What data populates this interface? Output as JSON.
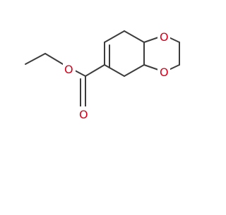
{
  "molecule": {
    "atom_labels": {
      "ester_carbonyl_oxygen": "O",
      "ester_ether_oxygen": "O",
      "dioxolane_oxygen_top": "O",
      "dioxolane_oxygen_bottom": "O"
    },
    "colors": {
      "bond": "#3c3c3c",
      "oxygen": "#d9001b",
      "background": "#ffffff"
    }
  }
}
